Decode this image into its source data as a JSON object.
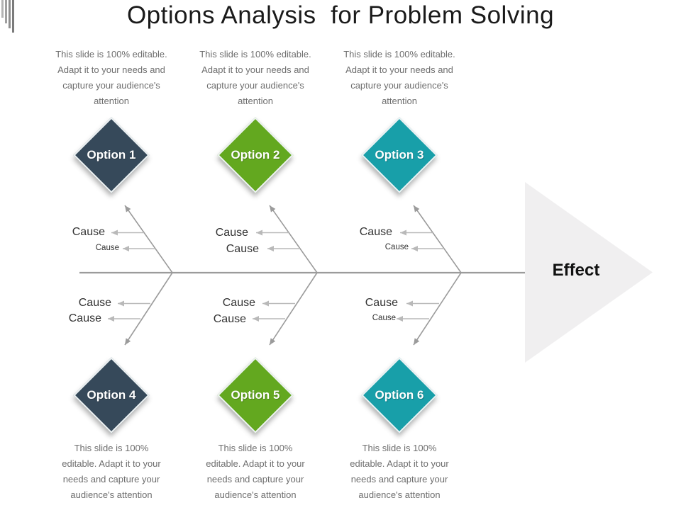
{
  "title": "Options Analysis  for Problem Solving",
  "top_blocks": [
    {
      "lines": [
        "This slide is 100% editable.",
        "Adapt it to your needs and",
        "capture your audience's",
        "attention"
      ]
    },
    {
      "lines": [
        "This slide is 100% editable.",
        "Adapt it to your needs and",
        "capture your audience's",
        "attention"
      ]
    },
    {
      "lines": [
        "This slide is 100% editable.",
        "Adapt it to your needs and",
        "capture your audience's",
        "attention"
      ]
    }
  ],
  "bottom_blocks": [
    {
      "lines": [
        "This slide is 100%",
        "editable. Adapt it to your",
        "needs and capture your",
        "audience's attention"
      ]
    },
    {
      "lines": [
        "This slide is 100%",
        "editable. Adapt it to your",
        "needs and capture your",
        "audience's attention"
      ]
    },
    {
      "lines": [
        "This slide is 100%",
        "editable. Adapt it to your",
        "needs and capture your",
        "audience's attention"
      ]
    }
  ],
  "options": [
    "Option 1",
    "Option 2",
    "Option 3",
    "Option 4",
    "Option 5",
    "Option 6"
  ],
  "cause_label": "Cause",
  "effect_label": "Effect",
  "colors": {
    "option_navy": "#36495a",
    "option_green": "#63a81f",
    "option_teal": "#189fa9",
    "spine_gray": "#9b9b9b",
    "cause_arrow_gray": "#b9b9b9",
    "effect_triangle": "#f0eff0",
    "note_text": "#6e6e6e",
    "title_text": "#1a1a1a"
  }
}
